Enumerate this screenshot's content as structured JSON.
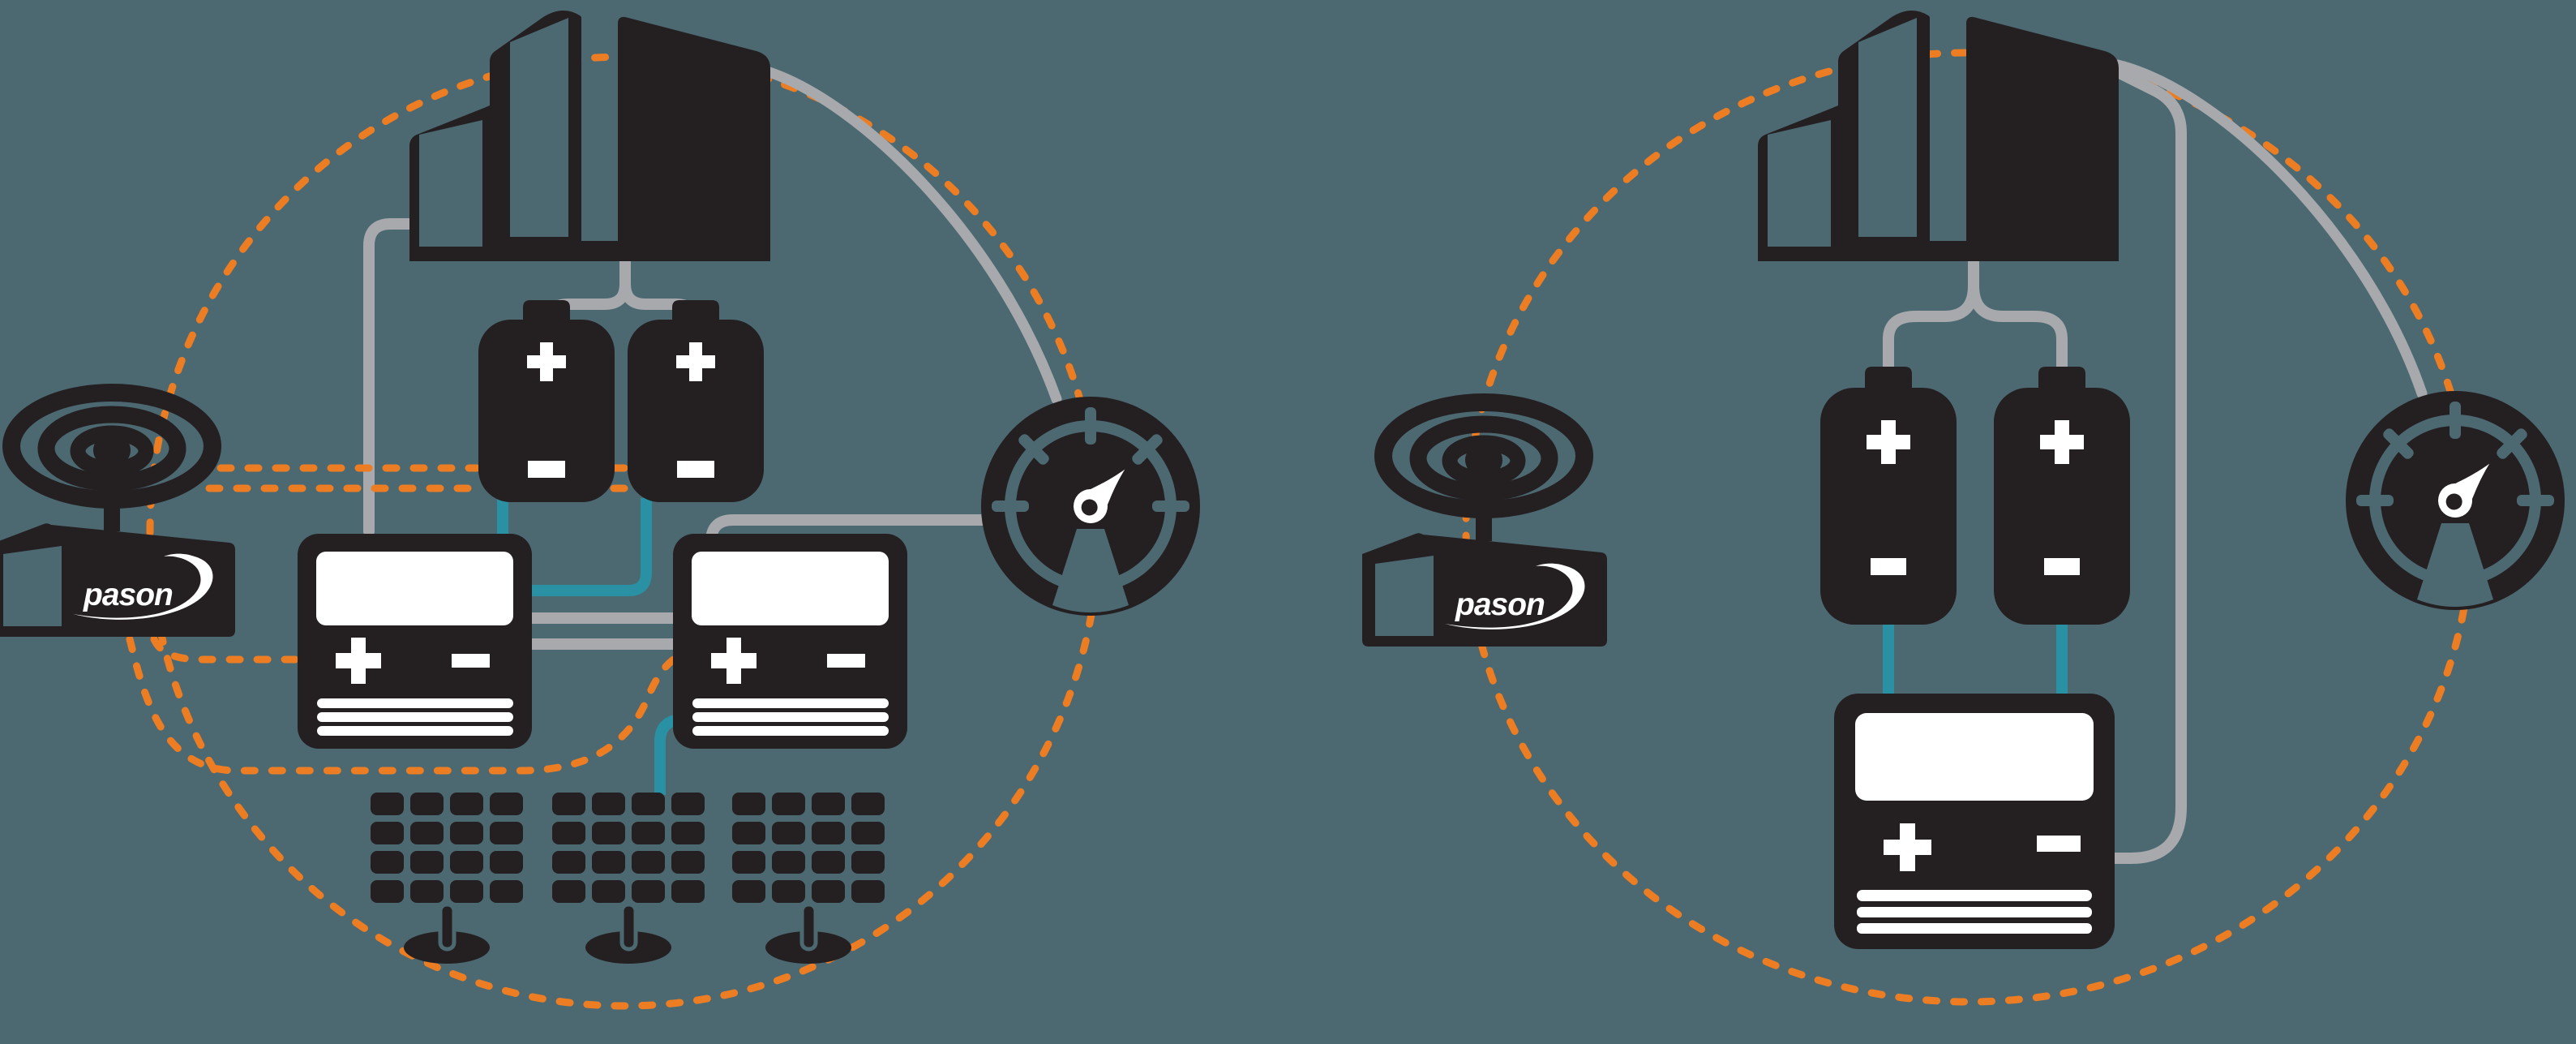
{
  "brand": {
    "logo_text": "pason"
  },
  "colors": {
    "background": "#4C6972",
    "icon_ink": "#241F21",
    "wireless_link": "#ED7D23",
    "dc_power_line": "#2991A3",
    "signal_cable": "#A7A9AC",
    "detail_white": "#FFFFFF"
  },
  "diagrams": [
    {
      "name": "solar-hybrid-power-system",
      "boundary": "orange-dashed-circle",
      "components": [
        {
          "icon": "buildings-icon",
          "meaning": "site buildings / rig camp"
        },
        {
          "icon": "battery-icon",
          "count": 2,
          "meaning": "battery bank"
        },
        {
          "icon": "charge-controller-icon",
          "count": 2,
          "meaning": "charge controllers"
        },
        {
          "icon": "solar-panel-icon",
          "count": 3,
          "meaning": "solar array"
        },
        {
          "icon": "radio-tower-icon",
          "label": "pason",
          "meaning": "pason communication shack"
        },
        {
          "icon": "gauge-icon",
          "meaning": "monitoring gauge"
        }
      ],
      "wired_links": [
        "buildings to battery-1 and battery-2 (gray Y cable)",
        "buildings to charge-controller-1 (gray cable)",
        "buildings to gauge (gray arc)",
        "charge-controller-1 to gauge (gray cable)",
        "charge-controller-1 to charge-controller-2 (gray cable)",
        "battery-1 and battery-2 to charge-controller-1 (teal dc lines)",
        "solar-array to charge-controller-2 (teal dc line)"
      ],
      "wireless_links": [
        "radio to battery bank (two dashed lines)",
        "radio to charge-controller-1 (dashed line)",
        "radio to charge-controller-2 (dashed line)"
      ]
    },
    {
      "name": "standard-power-system",
      "boundary": "orange-dashed-circle",
      "components": [
        {
          "icon": "buildings-icon",
          "meaning": "site buildings / rig camp"
        },
        {
          "icon": "battery-icon",
          "count": 2,
          "meaning": "battery bank"
        },
        {
          "icon": "charge-controller-icon",
          "count": 1,
          "meaning": "charge controller"
        },
        {
          "icon": "radio-tower-icon",
          "label": "pason",
          "meaning": "pason communication shack"
        },
        {
          "icon": "gauge-icon",
          "meaning": "monitoring gauge"
        }
      ],
      "wired_links": [
        "buildings to battery-1 and battery-2 (gray Y cable)",
        "buildings to charge-controller (gray cable)",
        "buildings to gauge (gray arc)",
        "battery-1 and battery-2 to charge-controller (teal dc lines)"
      ],
      "wireless_links": []
    }
  ]
}
